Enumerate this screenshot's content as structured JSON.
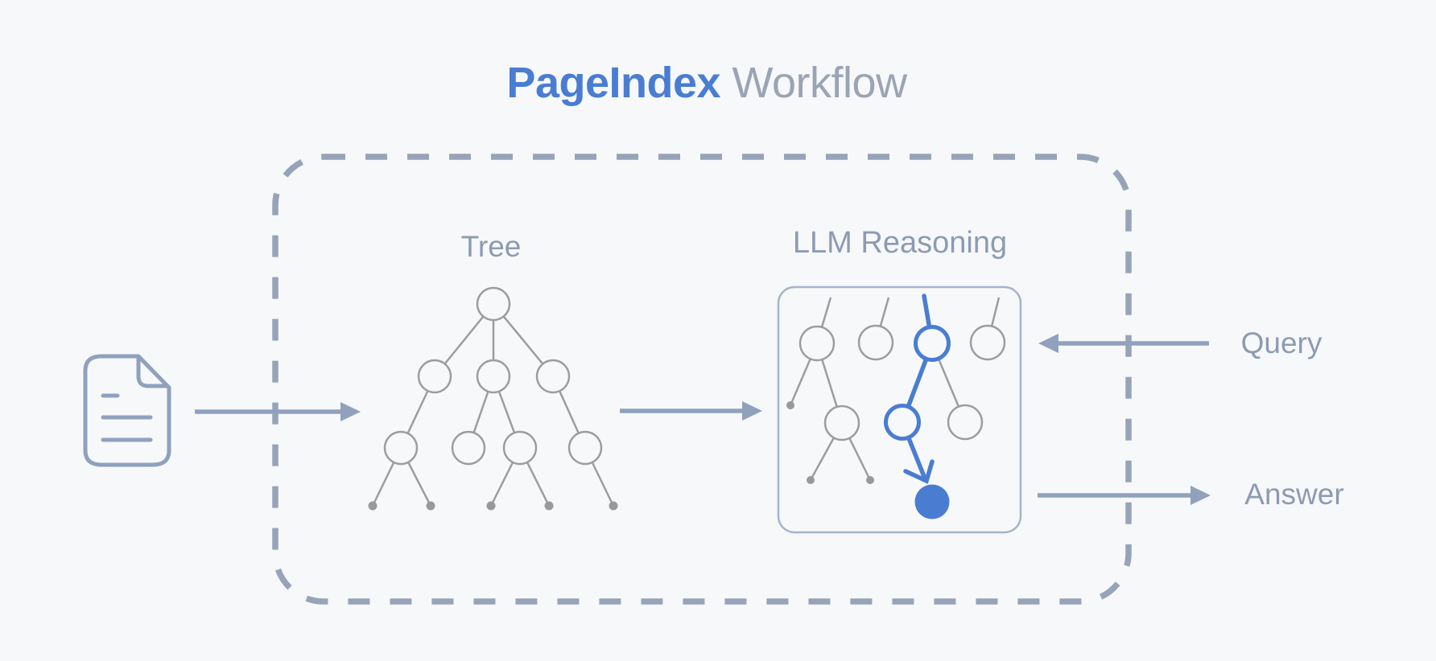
{
  "title": {
    "brand": "PageIndex",
    "suffix": " Workflow"
  },
  "stages": {
    "tree_label": "Tree",
    "llm_label": "LLM Reasoning"
  },
  "io": {
    "query_label": "Query",
    "answer_label": "Answer"
  },
  "icons": {
    "document": "document-icon",
    "arrow_right": "arrow-right-icon",
    "arrow_left": "arrow-left-icon"
  },
  "flow": {
    "sequence": [
      "document",
      "Tree",
      "LLM Reasoning"
    ],
    "inputs": [
      "Query"
    ],
    "outputs": [
      "Answer"
    ],
    "highlighted_path": "root-to-leaf path selected inside LLM Reasoning box"
  },
  "colors": {
    "background": "#f7f8f9",
    "accent_blue": "#4a7dd2",
    "blue_gray": "#8fa1bd",
    "stroke_dash": "#97a3b8",
    "label_gray": "#8c9bb3",
    "title_suffix_gray": "#9aa4b4",
    "tree_gray": "#9b9da1",
    "dot_gray": "#97999c",
    "llm_box_border": "#a6b4ca"
  }
}
